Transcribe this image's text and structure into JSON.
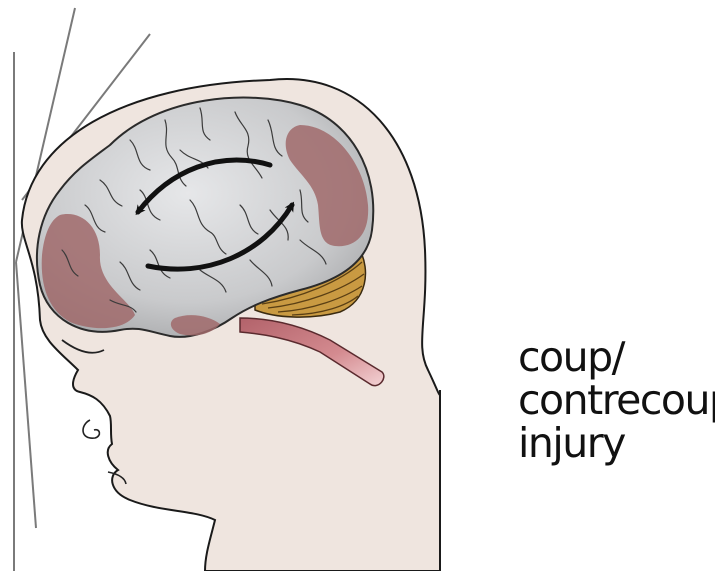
{
  "caption": {
    "line1": "coup/",
    "line2": "contrecoup",
    "line3": "injury"
  },
  "colors": {
    "skin": "#efe5df",
    "skin_outline": "#1a1a1a",
    "brain": "#c9cacc",
    "brain_outline": "#333333",
    "injury": "#a06a6b",
    "cerebellum": "#c99a42",
    "brainstem": "#c97b80",
    "arrow": "#111111",
    "wall_lines": "#777777"
  },
  "icons": {
    "motion_arrow": "curved-double-arrow-icon"
  }
}
